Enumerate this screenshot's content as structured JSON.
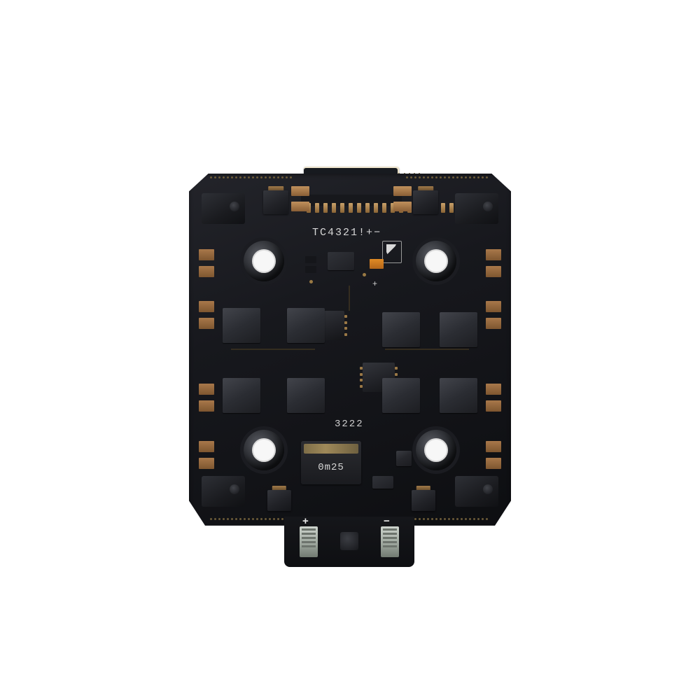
{
  "image": {
    "subject": "4-in-1 FPV drone ESC circuit board, top view, isolated on white background",
    "background_color": "#ffffff",
    "board_color": "#15171b"
  },
  "silkscreen": {
    "top_marking": "TC4321!+−",
    "mid_marking": "3222",
    "inductor_marking": "0m25",
    "plus_sign": "+",
    "battery_plus": "+",
    "battery_minus": "−"
  },
  "components": {
    "fpc_connector": {
      "name": "signal-ribbon-connector",
      "pin_count": 14
    },
    "mounting_holes": {
      "name": "mounting-hole",
      "count": 4
    },
    "mosfets": {
      "name": "power-mosfet",
      "count": 8
    },
    "gate_drivers": {
      "name": "gate-driver-ic",
      "count": 4
    },
    "corner_capacitors": {
      "name": "electrolytic-capacitor",
      "count": 4
    },
    "battery_pads": {
      "name": "battery-solder-pad",
      "count": 2
    },
    "inductor": {
      "name": "power-inductor",
      "count": 1
    },
    "logo": {
      "name": "manufacturer-logo"
    }
  },
  "colors": {
    "pad_copper": "#a8784a",
    "solder_silver": "#b9bfb9",
    "silk_white": "#d7d7d7",
    "accent_orange": "#e08a25"
  }
}
